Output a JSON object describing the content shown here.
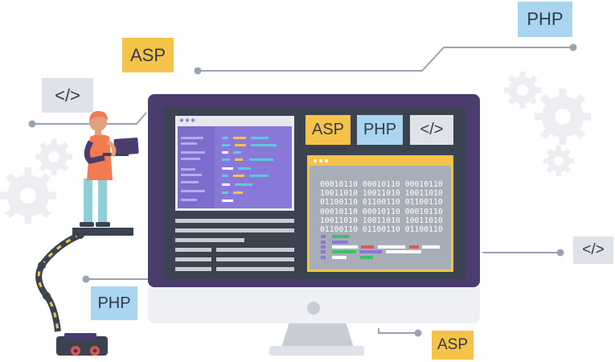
{
  "colors": {
    "monitor_frame": "#4a3d6e",
    "screen_bg": "#3b4350",
    "editor_bg": "#8a78d8",
    "binary_panel_bg": "#a8aeb8",
    "panel_border": "#f6c34a",
    "asp_badge": "#f6c34a",
    "php_badge": "#a9d5f0",
    "code_badge": "#dfe2e8",
    "connector_line": "#9aa3b2",
    "gear": "#eceef2",
    "person_shirt": "#f27b52",
    "person_pants": "#8ecfd6"
  },
  "floating_labels": {
    "asp_top": "ASP",
    "php_top": "PHP",
    "code_left": "</>",
    "code_right": "</>",
    "php_left": "PHP",
    "asp_bottom": "ASP"
  },
  "screen_tabs": {
    "asp": "ASP",
    "php": "PHP",
    "code": "</>"
  },
  "binary_lines": [
    "00010110 00010110 00010110",
    "10011010 10011010 10011010",
    "01100110 01100110 01100110",
    "00010110 00010110 00010110",
    "10011010 10011010 10011010",
    "01100110 01100110 01100110"
  ],
  "icons": {
    "gears": "gear-icon",
    "laptop": "laptop-icon",
    "code": "code-brackets-icon"
  }
}
